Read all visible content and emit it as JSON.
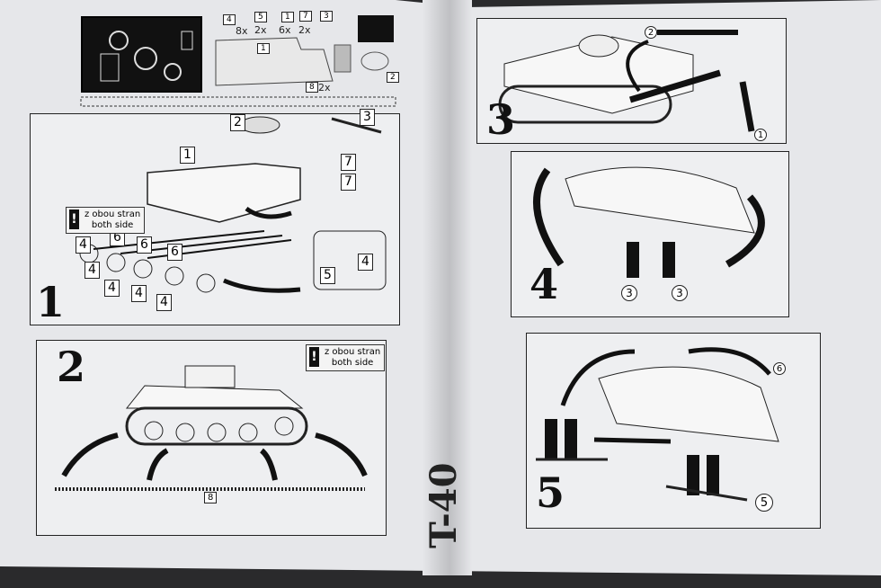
{
  "title": "T-40",
  "sprue": {
    "parts": [
      {
        "id": "4",
        "qty": "8x"
      },
      {
        "id": "5",
        "qty": "2x"
      },
      {
        "id": "1",
        "qty": "6x"
      },
      {
        "id": "7",
        "qty": "2x"
      },
      {
        "id": "3",
        "qty": ""
      }
    ],
    "hull_part": "1",
    "turret_part": "2",
    "track_part": "8",
    "track_qty": "2x"
  },
  "warning": {
    "line1": "z obou stran",
    "line2": "both side"
  },
  "steps": [
    {
      "number": "1",
      "callouts": [
        "2",
        "3",
        "1",
        "7",
        "7",
        "4",
        "6",
        "6",
        "6",
        "4",
        "4",
        "4",
        "4",
        "4",
        "5"
      ]
    },
    {
      "number": "2",
      "callouts": [
        "8"
      ]
    },
    {
      "number": "3",
      "callouts": [
        "2",
        "1"
      ]
    },
    {
      "number": "4",
      "callouts": [
        "3",
        "3"
      ]
    },
    {
      "number": "5",
      "callouts": [
        "6",
        "5"
      ]
    }
  ]
}
